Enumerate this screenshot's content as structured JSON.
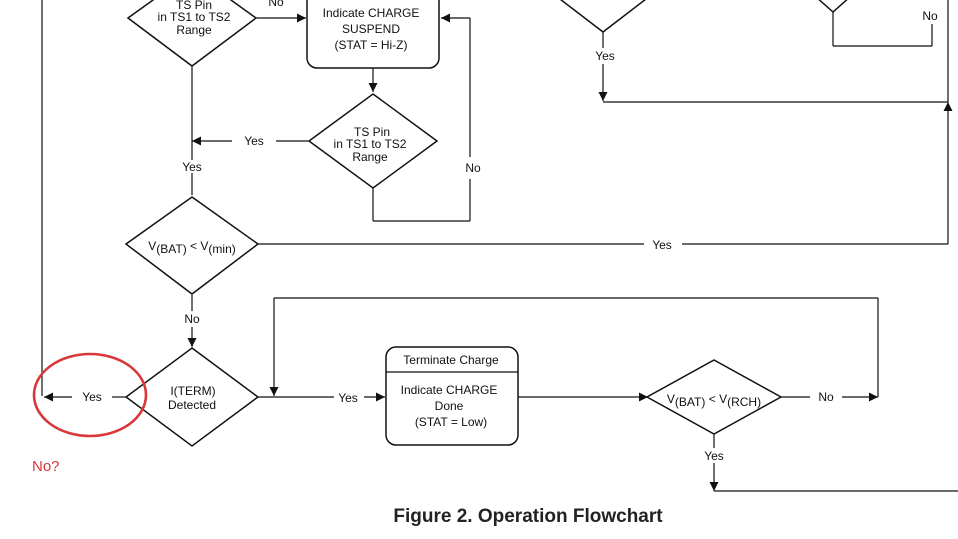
{
  "nodes": {
    "ts_top": [
      "TS Pin",
      "in TS1 to TS2",
      "Range"
    ],
    "suspend": [
      "Indicate CHARGE",
      "SUSPEND",
      "(STAT = Hi-Z)"
    ],
    "ts_mid": [
      "TS Pin",
      "in TS1 to TS2",
      "Range"
    ],
    "vbat_min": {
      "v1": "V",
      "s1": "(BAT)",
      "op": " < ",
      "v2": "V",
      "s2": "(min)"
    },
    "iterm": {
      "v1": "I",
      "s1": "(TERM)",
      "line2": "Detected"
    },
    "terminate_title": "Terminate Charge",
    "terminate_body": [
      "Indicate CHARGE",
      "Done",
      "(STAT = Low)"
    ],
    "vbat_rch": {
      "v1": "V",
      "s1": "(BAT)",
      "op": " < ",
      "v2": "V",
      "s2": "(RCH)"
    }
  },
  "labels": {
    "no_top": "No",
    "no_top_right": "No",
    "yes_top_right": "Yes",
    "yes_ts_mid": "Yes",
    "yes_ts_top": "Yes",
    "no_ts_mid": "No",
    "yes_vbat_min": "Yes",
    "no_vbat_min": "No",
    "yes_iterm_left": "Yes",
    "yes_iterm_right": "Yes",
    "no_rch": "No",
    "yes_rch": "Yes"
  },
  "annotation": {
    "text": "No?",
    "color": "#d9383a"
  },
  "caption": "Figure 2. Operation Flowchart"
}
